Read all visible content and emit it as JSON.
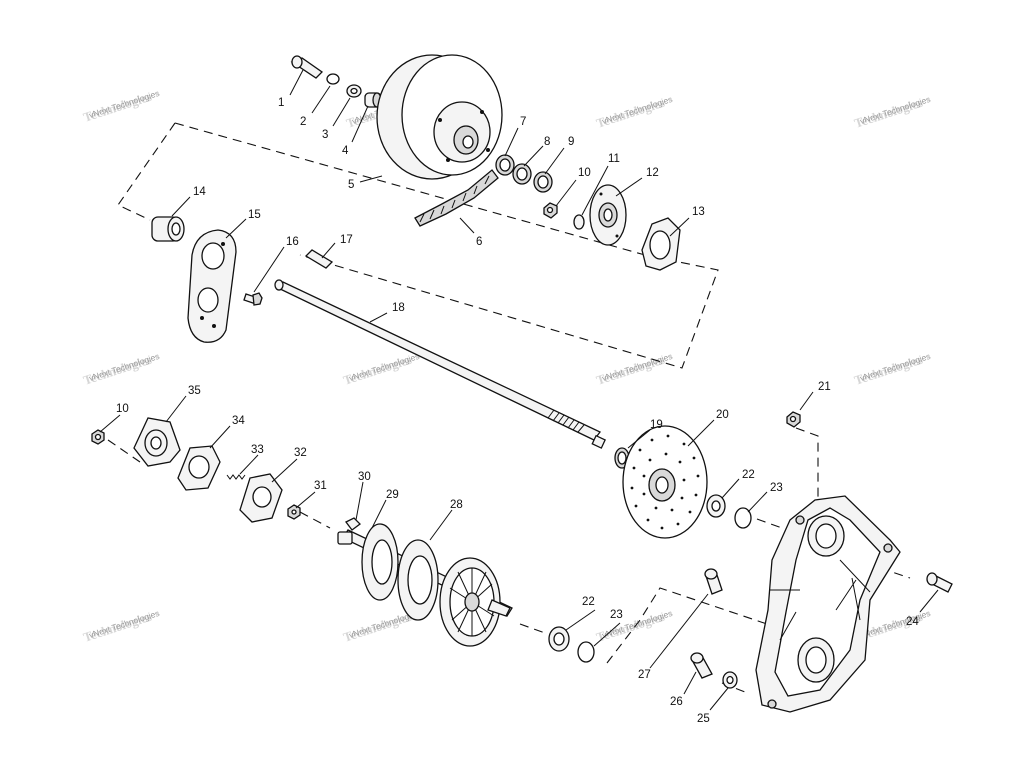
{
  "watermark": {
    "text": "vNext Technologies"
  },
  "callouts": {
    "c1": "1",
    "c2": "2",
    "c3": "3",
    "c4": "4",
    "c5": "5",
    "c6": "6",
    "c7": "7",
    "c8": "8",
    "c9": "9",
    "c10": "10",
    "c10b": "10",
    "c11": "11",
    "c12": "12",
    "c13": "13",
    "c14": "14",
    "c15": "15",
    "c16": "16",
    "c17": "17",
    "c18": "18",
    "c19": "19",
    "c20": "20",
    "c21": "21",
    "c22": "22",
    "c22b": "22",
    "c23": "23",
    "c23b": "23",
    "c24": "24",
    "c25": "25",
    "c26": "26",
    "c27": "27",
    "c28": "28",
    "c29": "29",
    "c30": "30",
    "c31": "31",
    "c32": "32",
    "c33": "33",
    "c34": "34",
    "c35": "35"
  }
}
